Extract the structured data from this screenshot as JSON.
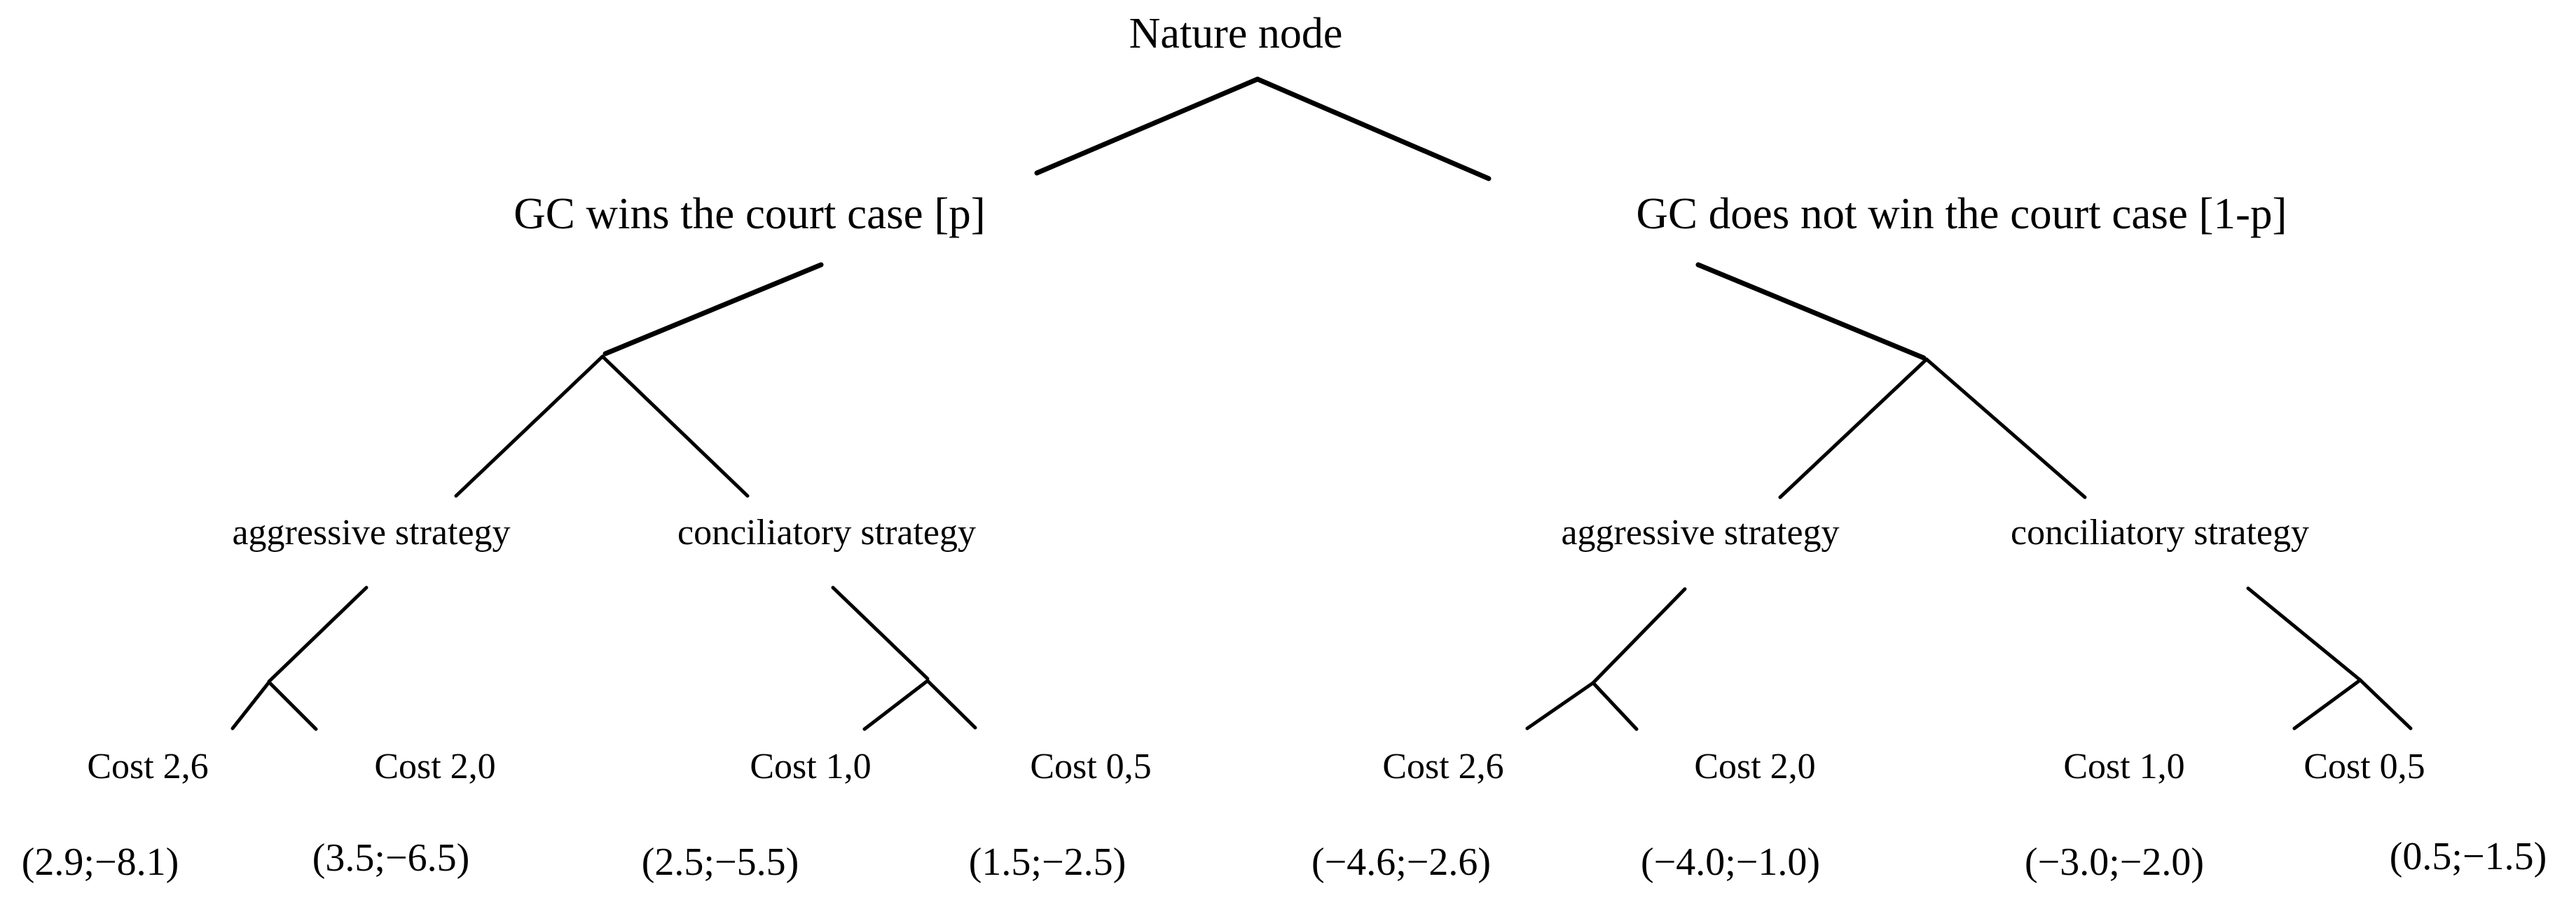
{
  "colors": {
    "background": "#ffffff",
    "text": "#000000",
    "line": "#000000"
  },
  "tree": {
    "root_label": "Nature node",
    "branches": [
      {
        "label": "GC wins the court case [p]",
        "strategies": [
          {
            "label": "aggressive strategy",
            "outcomes": [
              {
                "cost_label": "Cost 2,6",
                "payoff": "(2.9;−8.1)"
              },
              {
                "cost_label": "Cost 2,0",
                "payoff": "(3.5;−6.5)"
              }
            ]
          },
          {
            "label": "conciliatory strategy",
            "outcomes": [
              {
                "cost_label": "Cost 1,0",
                "payoff": "(2.5;−5.5)"
              },
              {
                "cost_label": "Cost 0,5",
                "payoff": "(1.5;−2.5)"
              }
            ]
          }
        ]
      },
      {
        "label": "GC does not win the court case [1-p]",
        "strategies": [
          {
            "label": "aggressive strategy",
            "outcomes": [
              {
                "cost_label": "Cost 2,6",
                "payoff": "(−4.6;−2.6)"
              },
              {
                "cost_label": "Cost 2,0",
                "payoff": "(−4.0;−1.0)"
              }
            ]
          },
          {
            "label": "conciliatory strategy",
            "outcomes": [
              {
                "cost_label": "Cost 1,0",
                "payoff": "(−3.0;−2.0)"
              },
              {
                "cost_label": "Cost 0,5",
                "payoff": "(0.5;−1.5)"
              }
            ]
          }
        ]
      }
    ]
  }
}
